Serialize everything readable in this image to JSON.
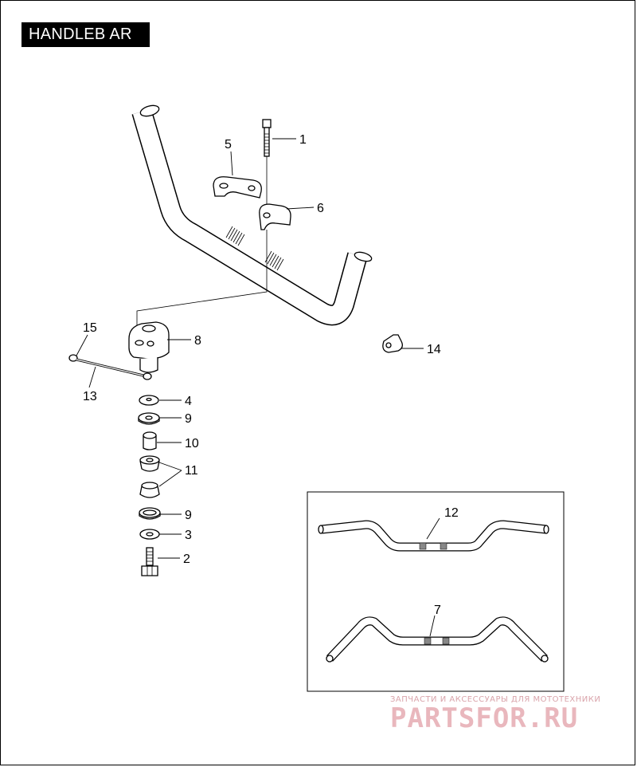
{
  "title": "HANDLEB AR",
  "callouts": {
    "c1": "1",
    "c2": "2",
    "c3": "3",
    "c4": "4",
    "c5": "5",
    "c6": "6",
    "c7": "7",
    "c8": "8",
    "c9a": "9",
    "c9b": "9",
    "c10": "10",
    "c11": "11",
    "c12": "12",
    "c13": "13",
    "c14": "14",
    "c15": "15"
  },
  "watermark": {
    "tagline": "ЗАПЧАСТИ И АКСЕССУАРЫ ДЛЯ МОТОТЕХНИКИ",
    "brand": "PARTSFOR.RU"
  },
  "colors": {
    "ink": "#000000",
    "part_fill": "#ffffff",
    "watermark": "#e9b7bd"
  }
}
